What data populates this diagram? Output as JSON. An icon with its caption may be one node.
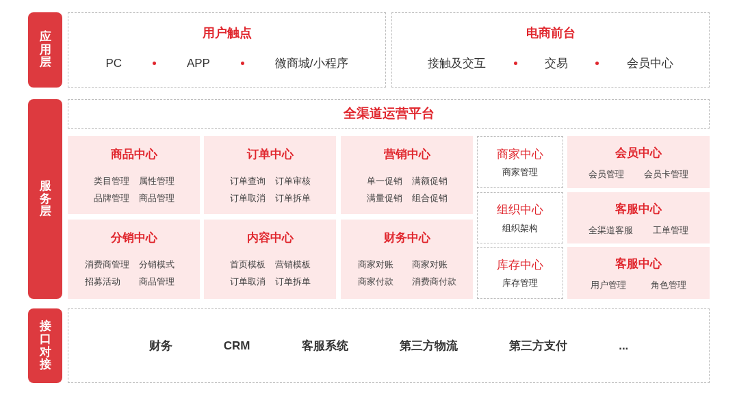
{
  "diagram": {
    "nodes": [
      {
        "text": [
          "应用层"
        ]
      },
      {
        "text": [
          "用户触点",
          "PC",
          "APP",
          "微商城/小程序"
        ]
      },
      {
        "text": [
          "电商前台",
          "接触及交互",
          "交易",
          "会员中心"
        ]
      },
      {
        "text": [
          "服务层"
        ]
      },
      {
        "text": [
          "全渠道运营平台"
        ]
      },
      {
        "text": [
          "商品中心",
          "类目管理",
          "属性管理",
          "品牌管理",
          "商品管理"
        ]
      },
      {
        "text": [
          "订单中心",
          "订单查询",
          "订单审核",
          "订单取消",
          "订单拆单"
        ]
      },
      {
        "text": [
          "营销中心",
          "单一促销",
          "满额促销",
          "满量促销",
          "组合促销"
        ]
      },
      {
        "text": [
          "商家中心",
          "商家管理"
        ]
      },
      {
        "text": [
          "会员中心",
          "会员管理",
          "会员卡管理"
        ]
      },
      {
        "text": [
          "组织中心",
          "组织架构"
        ]
      },
      {
        "text": [
          "客服中心",
          "全渠道客服",
          "工单管理"
        ]
      },
      {
        "text": [
          "分销中心",
          "消费商管理",
          "分销模式",
          "招募活动",
          "商品管理"
        ]
      },
      {
        "text": [
          "内容中心",
          "首页模板",
          "营销模板",
          "订单取消",
          "订单拆单"
        ]
      },
      {
        "text": [
          "财务中心",
          "商家对账",
          "商家对账",
          "商家付款",
          "消费商付款"
        ]
      },
      {
        "text": [
          "库存中心",
          "库存管理"
        ]
      },
      {
        "text": [
          "客服中心",
          "用户管理",
          "角色管理"
        ]
      },
      {
        "text": [
          "接口对接"
        ]
      },
      {
        "text": [
          "财务",
          "CRM",
          "客服系统",
          "第三方物流",
          "第三方支付",
          "..."
        ]
      }
    ],
    "edges": []
  }
}
